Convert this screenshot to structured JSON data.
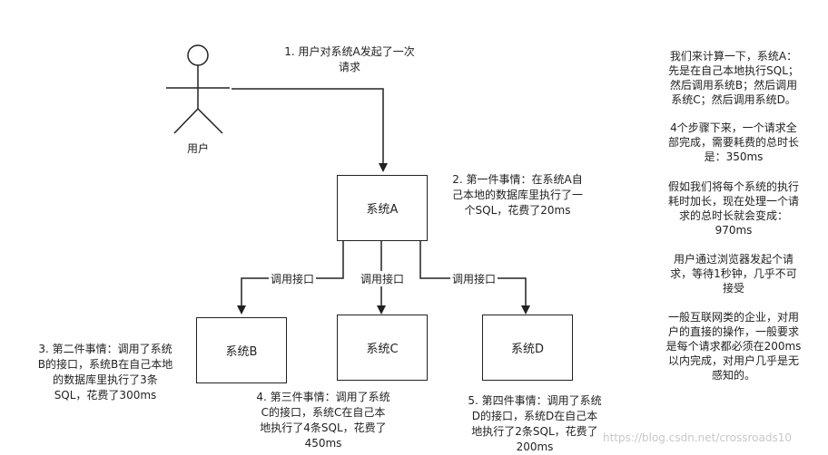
{
  "user_label": "用户",
  "system_a": "系统A",
  "system_b": "系统B",
  "system_c": "系统C",
  "system_d": "系统D",
  "edge_label": "调用接口",
  "step1": "1. 用户对系统A发起了一次\n请求",
  "step2": "2. 第一件事情：在系统A自\n己本地的数据库里执行了一\n个SQL，花费了20ms",
  "step3": "3. 第二件事情：调用了系统\nB的接口，系统B在自己本地\n的数据库里执行了3条\nSQL，花费了300ms",
  "step4": "4. 第三件事情：调用了系统\nC的接口，系统C在自己本\n地执行了4条SQL，花费了\n450ms",
  "step5": "5. 第四件事情：调用了系统\nD的接口，系统D在自己本\n地执行了2条SQL，花费了\n200ms",
  "notes": [
    "我们来计算一下，系统A：\n先是在自己本地执行SQL；\n然后调用系统B；然后调用\n系统C；然后调用系统D。",
    "4个步骤下来，一个请求全\n部完成，需要耗费的总时长\n是：350ms",
    "假如我们将每个系统的执行\n耗时加长，现在处理一个请\n求的总时长就会变成：\n970ms",
    "用户通过浏览器发起个请\n求，等待1秒钟，几乎不可\n接受",
    "一般互联网类的企业，对用\n户的直接的操作，一般要求\n是每个请求都必须在200ms\n以内完成，对用户几乎是无\n感知的。"
  ],
  "watermark": "https://blog.csdn.net/crossroads10"
}
